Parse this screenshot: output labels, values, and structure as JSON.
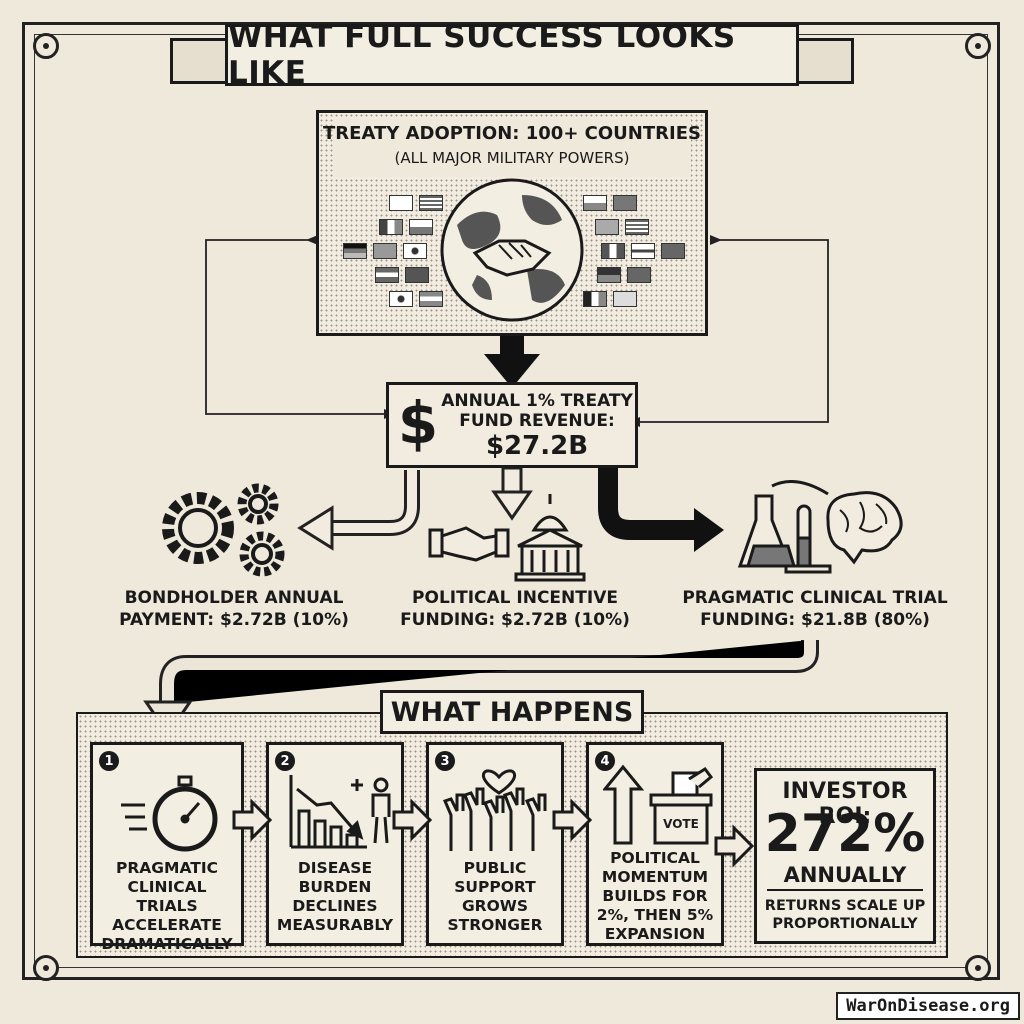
{
  "title": "WHAT FULL SUCCESS LOOKS LIKE",
  "treaty": {
    "heading": "TREATY ADOPTION: 100+ COUNTRIES",
    "subheading": "(ALL MAJOR MILITARY POWERS)"
  },
  "fund": {
    "line1": "ANNUAL 1% TREATY",
    "line2": "FUND REVENUE:",
    "amount": "$27.2B",
    "symbol": "$"
  },
  "allocations": [
    {
      "line1": "BONDHOLDER ANNUAL",
      "line2": "PAYMENT: $2.72B (10%)",
      "icon": "gears-icon"
    },
    {
      "line1": "POLITICAL INCENTIVE",
      "line2": "FUNDING: $2.72B (10%)",
      "icon": "handshake-capitol-icon"
    },
    {
      "line1": "PRAGMATIC CLINICAL TRIAL",
      "line2": "FUNDING: $21.8B (80%)",
      "icon": "lab-brain-icon"
    }
  ],
  "what_happens": {
    "heading": "WHAT HAPPENS",
    "steps": [
      {
        "number": "1",
        "text": "PRAGMATIC CLINICAL TRIALS ACCELERATE DRAMATICALLY",
        "icon": "stopwatch-icon"
      },
      {
        "number": "2",
        "text": "DISEASE BURDEN DECLINES MEASURABLY",
        "icon": "declining-chart-icon"
      },
      {
        "number": "3",
        "text": "PUBLIC SUPPORT GROWS STRONGER",
        "icon": "raised-hands-heart-icon"
      },
      {
        "number": "4",
        "text": "POLITICAL MOMENTUM BUILDS FOR 2%, THEN 5% EXPANSION",
        "icon": "ballot-box-icon",
        "vote_label": "VOTE"
      }
    ],
    "roi": {
      "heading": "INVESTOR ROI:",
      "value": "272%",
      "period": "ANNUALLY",
      "note": "RETURNS SCALE UP PROPORTIONALLY"
    }
  },
  "watermark": "WarOnDisease.org",
  "colors": {
    "background": "#efe9dc",
    "ink": "#1a1a1a",
    "panel": "#f1ecdf"
  }
}
